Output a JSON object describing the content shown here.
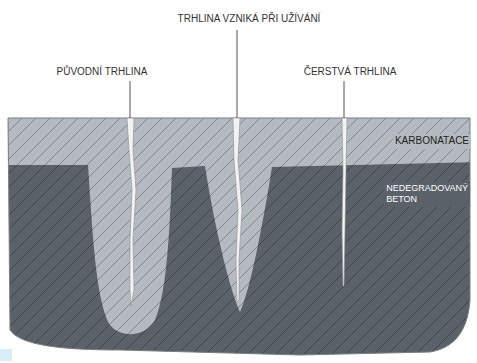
{
  "diagram": {
    "labels": [
      "PŮVODNÍ TRHLINA",
      "TRHLINA VZNIKÁ PŘI UŽÍVÁNÍ",
      "ČERSTVÁ TRHLINA",
      "KARBONATACE",
      "NEDEGRADOVANÝ BETON"
    ]
  }
}
